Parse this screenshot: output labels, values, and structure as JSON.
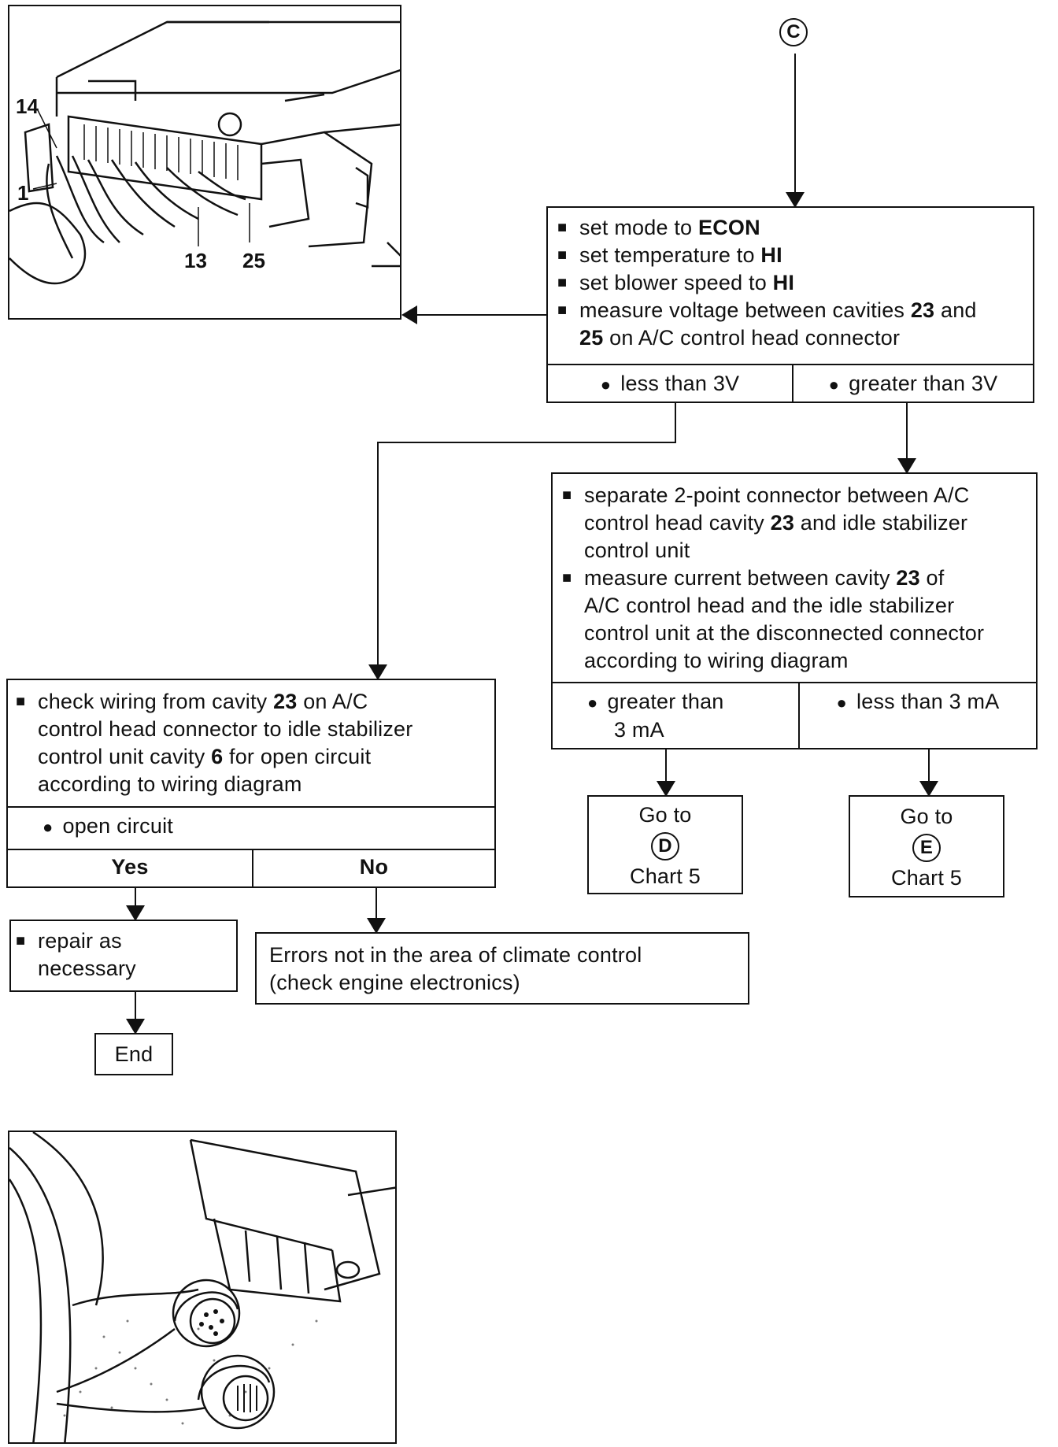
{
  "start_marker": "C",
  "measure_box": {
    "items": [
      {
        "pre": "set mode to ",
        "bold": "ECON",
        "post": ""
      },
      {
        "pre": "set temperature to ",
        "bold": "HI",
        "post": ""
      },
      {
        "pre": "set blower speed to ",
        "bold": "HI",
        "post": ""
      },
      {
        "pre": "measure voltage between cavities ",
        "bold": "23",
        "post": " and"
      },
      {
        "pre": "",
        "bold": "25",
        "post": " on A/C control head connector"
      }
    ],
    "left_result": "less than 3V",
    "right_result": "greater than 3V"
  },
  "current_box": {
    "line1a": "separate 2-point connector between A/C",
    "line1b_pre": "control head cavity ",
    "line1b_bold": "23",
    "line1b_post": " and idle stabilizer",
    "line1c": "control unit",
    "line2a_pre": "measure current between cavity ",
    "line2a_bold": "23",
    "line2a_post": " of",
    "line2b": "A/C control head and the idle stabilizer",
    "line2c": "control unit at the disconnected connector",
    "line2d": "according to wiring diagram",
    "left_result_a": "greater than",
    "left_result_b": "3 mA",
    "right_result": "less than 3 mA"
  },
  "wiring_box": {
    "line1_pre": "check wiring from cavity ",
    "line1_bold": "23",
    "line1_post": " on A/C",
    "line2": "control head connector to idle stabilizer",
    "line3_pre": "control unit cavity ",
    "line3_bold": "6",
    "line3_post": " for open circuit",
    "line4": "according to wiring diagram",
    "result": "open circuit",
    "yes": "Yes",
    "no": "No"
  },
  "repair_box": {
    "line1": "repair as",
    "line2": "necessary"
  },
  "errors_box": {
    "line1": "Errors not in the area of climate control",
    "line2": "(check engine electronics)"
  },
  "end_label": "End",
  "goto_d": {
    "top": "Go to",
    "marker": "D",
    "bottom": "Chart 5"
  },
  "goto_e": {
    "top": "Go to",
    "marker": "E",
    "bottom": "Chart 5"
  },
  "figure_top": {
    "callouts": [
      "14",
      "1",
      "13",
      "25"
    ]
  }
}
